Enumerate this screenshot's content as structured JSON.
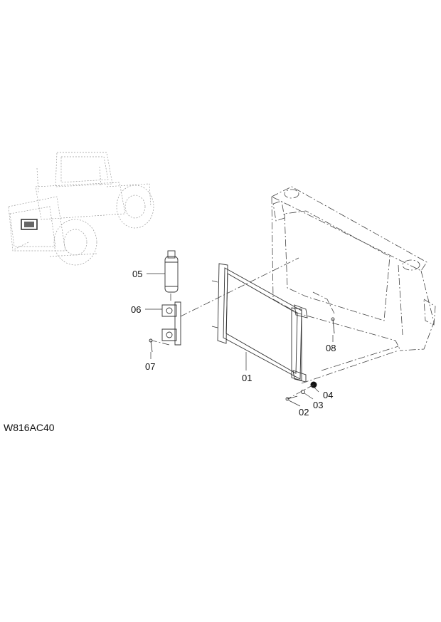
{
  "drawing_code": "W816AC40",
  "callouts": {
    "c01": "01",
    "c02": "02",
    "c03": "03",
    "c04": "04",
    "c05": "05",
    "c06": "06",
    "c07": "07",
    "c08": "08"
  }
}
